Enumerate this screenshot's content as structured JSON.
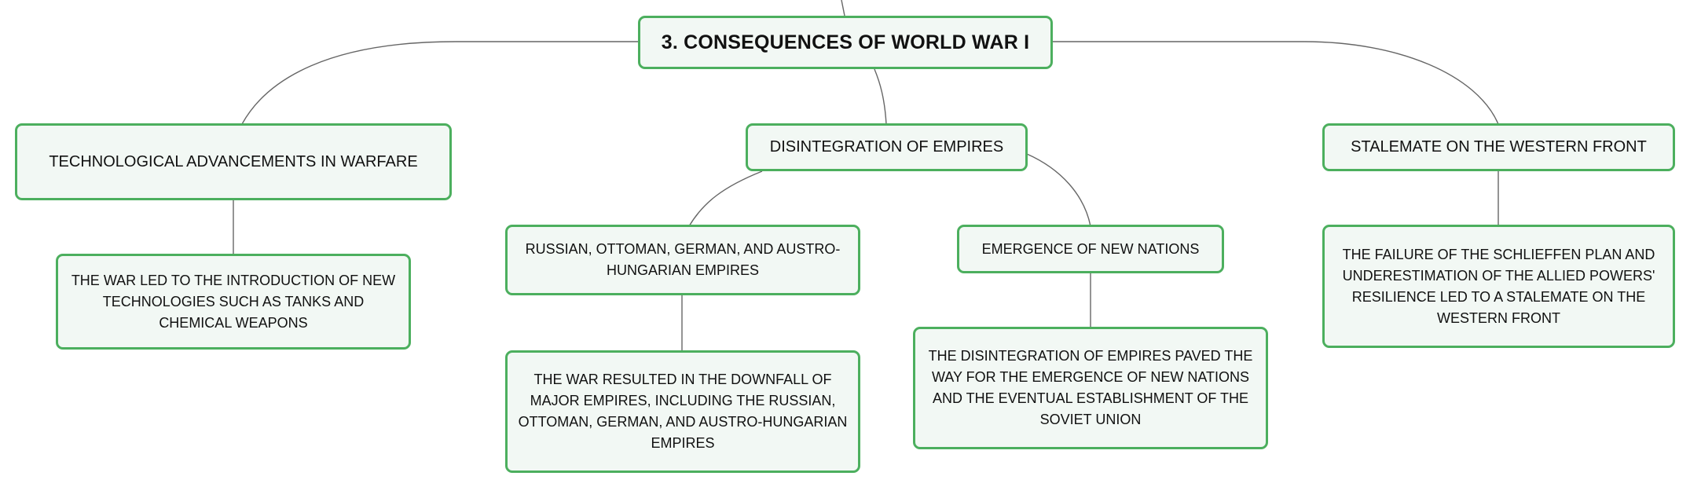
{
  "theme": {
    "node_border": "#4caf5e",
    "node_fill": "#f2f8f4",
    "connector": "#666666",
    "text": "#111111"
  },
  "root": {
    "label": "3. CONSEQUENCES OF WORLD WAR I"
  },
  "branches": {
    "technology": {
      "label": "TECHNOLOGICAL ADVANCEMENTS IN WARFARE",
      "detail": "THE WAR LED TO THE INTRODUCTION OF NEW TECHNOLOGIES SUCH AS TANKS AND CHEMICAL WEAPONS"
    },
    "empires": {
      "label": "DISINTEGRATION OF EMPIRES",
      "children": {
        "empires_list": {
          "label": "RUSSIAN, OTTOMAN, GERMAN, AND AUSTRO-HUNGARIAN EMPIRES",
          "detail": "THE WAR RESULTED IN THE DOWNFALL OF MAJOR EMPIRES, INCLUDING THE RUSSIAN, OTTOMAN, GERMAN, AND AUSTRO-HUNGARIAN EMPIRES"
        },
        "new_nations": {
          "label": "EMERGENCE OF NEW NATIONS",
          "detail": "THE DISINTEGRATION OF EMPIRES PAVED THE WAY FOR THE EMERGENCE OF NEW NATIONS AND THE EVENTUAL ESTABLISHMENT OF THE SOVIET UNION"
        }
      }
    },
    "stalemate": {
      "label": "STALEMATE ON THE WESTERN FRONT",
      "detail": "THE FAILURE OF THE SCHLIEFFEN PLAN AND UNDERESTIMATION OF THE ALLIED POWERS' RESILIENCE LED TO A STALEMATE ON THE WESTERN FRONT"
    }
  }
}
